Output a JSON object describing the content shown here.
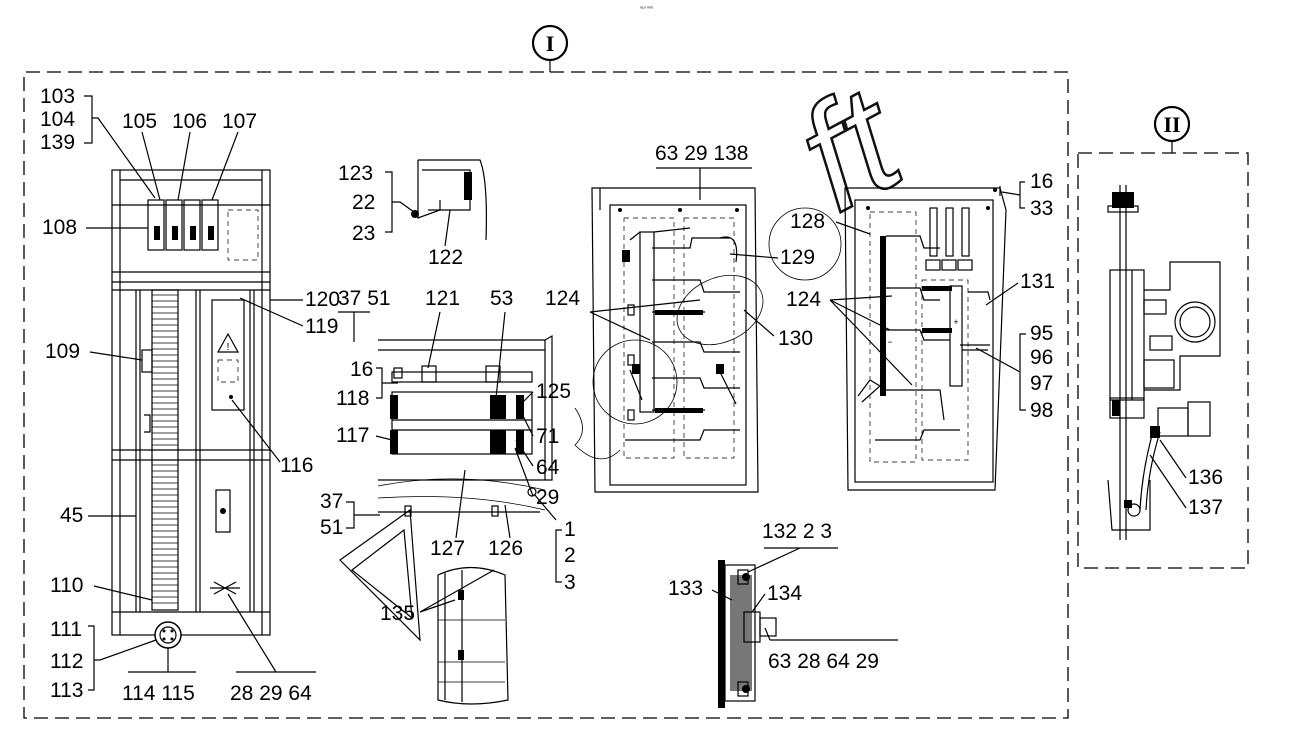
{
  "header_note": "⁰¹⁰ ⁰⁰⁰",
  "views": {
    "view1": "I",
    "view2": "II"
  },
  "watermark": "ft",
  "labels": {
    "l103": "103",
    "l104": "104",
    "l139": "139",
    "l105": "105",
    "l106": "106",
    "l107": "107",
    "l108": "108",
    "l120": "120",
    "l119": "119",
    "l109": "109",
    "l116": "116",
    "l45": "45",
    "l110": "110",
    "l111": "111",
    "l112": "112",
    "l113": "113",
    "l114_115": "114  115",
    "l28_29_64_a": "28 29 64",
    "l123": "123",
    "l22": "22",
    "l23": "23",
    "l122": "122",
    "l37_51_a": "37 51",
    "l121": "121",
    "l53": "53",
    "l16_a": "16",
    "l118": "118",
    "l117": "117",
    "l125": "125",
    "l71": "71",
    "l64_a": "64",
    "l29_a": "29",
    "l37_b": "37",
    "l51_b": "51",
    "l127": "127",
    "l126": "126",
    "l1": "1",
    "l2_a": "2",
    "l3_a": "3",
    "l135": "135",
    "l63_29_138": "63 29 138",
    "l124_a": "124",
    "l129": "129",
    "l130": "130",
    "l128": "128",
    "l124_b": "124",
    "l16_b": "16",
    "l33": "33",
    "l131": "131",
    "l95": "95",
    "l96": "96",
    "l97": "97",
    "l98": "98",
    "l132_2_3": "132  2  3",
    "l133": "133",
    "l134": "134",
    "l63_28_64_29": "63 28 64 29",
    "l136": "136",
    "l137": "137"
  }
}
